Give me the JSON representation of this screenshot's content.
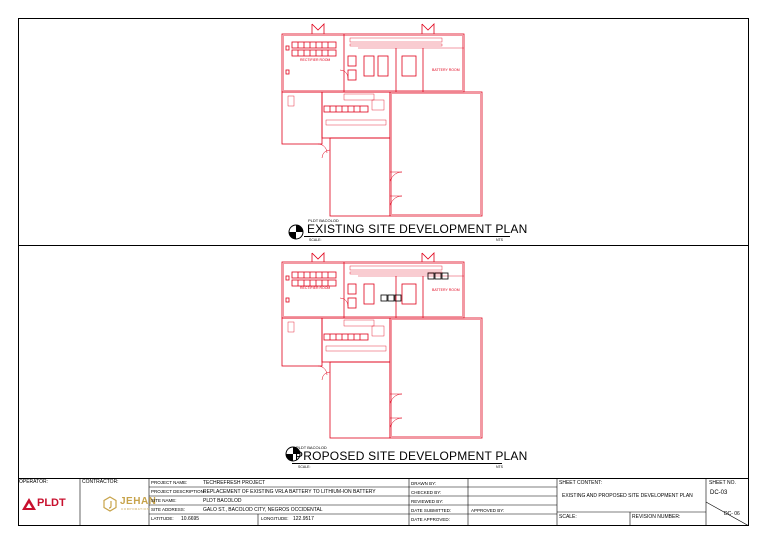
{
  "plans": {
    "existing": {
      "heading": "PLDT BACOLOD",
      "title": "EXISTING SITE DEVELOPMENT PLAN",
      "scale_label": "SCALE:",
      "nts": "NTS",
      "room_left": "RECTIFIER ROOM",
      "room_right": "BATTERY ROOM"
    },
    "proposed": {
      "heading": "PLDT BACOLOD",
      "title": "PROPOSED SITE DEVELOPMENT PLAN",
      "scale_label": "SCALE:",
      "nts": "NTS",
      "room_left": "RECTIFIER ROOM",
      "room_right": "BATTERY ROOM"
    }
  },
  "title_block": {
    "operator_label": "OPERATOR:",
    "contractor_label": "CONTRACTOR:",
    "operator_logo": "PLDT",
    "contractor_logo": "JEHAN",
    "contractor_logo_sub": "CORPORATION",
    "project_name_label": "PROJECT NAME:",
    "project_name": "TECHREFRESH PROJECT",
    "project_desc_label": "PROJECT DESCRIPTION:",
    "project_desc": "REPLACEMENT OF EXISTING VRLA BATTERY TO LITHIUM-ION BATTERY",
    "site_name_label": "SITE NAME:",
    "site_name": "PLDT BACOLOD",
    "site_address_label": "SITE ADDRESS:",
    "site_address": "GALO ST., BACOLOD CITY, NEGROS OCCIDENTAL",
    "latitude_label": "LATITUDE:",
    "latitude": "10.6695",
    "longitude_label": "LONGITUDE:",
    "longitude": "122.9517",
    "drawn_by": "DRAWN BY:",
    "checked_by": "CHECKED BY:",
    "reviewed_by": "REVIEWED BY:",
    "date_submitted": "DATE SUBMITTED:",
    "approved_by": "APPROVED BY:",
    "date_approved": "DATE APPROVED:",
    "sheet_content_label": "SHEET CONTENT:",
    "sheet_content": "EXISTING AND PROPOSED SITE DEVELOPMENT PLAN",
    "scale_label": "SCALE:",
    "revision_label": "REVISION NUMBER:",
    "sheet_no_label": "SHEET NO.",
    "sheet_no": "DC-03",
    "sheet_total": "DC- 06"
  },
  "colors": {
    "plan_red": "#e0001a",
    "battery_black": "#000000",
    "pldt_red": "#c8102e",
    "jehan_gold": "#c7a34a"
  }
}
